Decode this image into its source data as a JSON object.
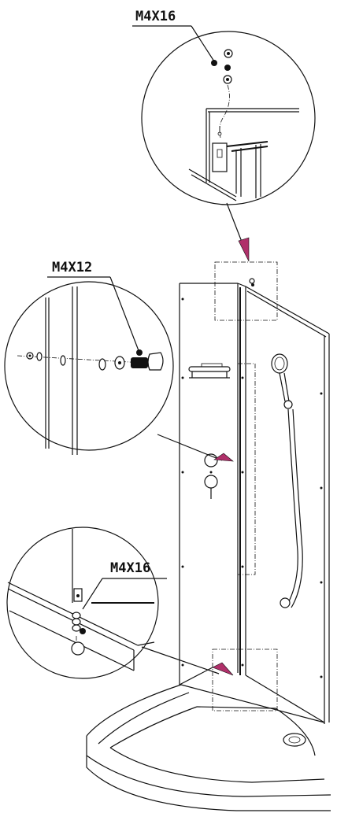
{
  "labels": {
    "top_screw": "M4X16",
    "middle_screw": "M4X12",
    "bottom_screw": "M4X16"
  },
  "colors": {
    "line": "#111111",
    "arrow_accent": "#b0306a",
    "background": "#ffffff"
  }
}
